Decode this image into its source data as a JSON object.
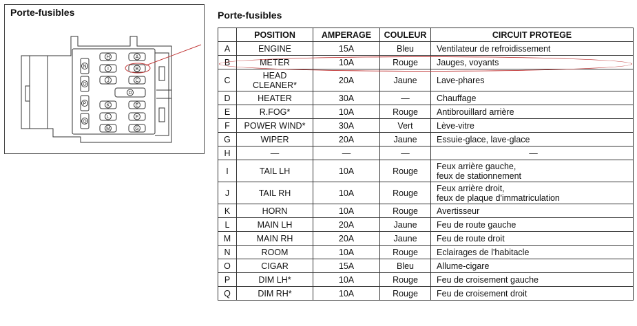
{
  "diagram": {
    "title": "Porte-fusibles",
    "slots": [
      "H",
      "A",
      "N",
      "I",
      "B",
      "O",
      "J",
      "C",
      "D",
      "P",
      "K",
      "E",
      "Q",
      "L",
      "F",
      "M",
      "G"
    ],
    "marker_color": "#c23a3a"
  },
  "table": {
    "title": "Porte-fusibles",
    "headers": {
      "letter": "",
      "position": "POSITION",
      "amperage": "AMPERAGE",
      "couleur": "COULEUR",
      "circuit": "CIRCUIT PROTEGE"
    },
    "rows": [
      {
        "letter": "A",
        "position": "ENGINE",
        "amperage": "15A",
        "couleur": "Bleu",
        "circuit": [
          "Ventilateur de refroidissement"
        ]
      },
      {
        "letter": "B",
        "position": "METER",
        "amperage": "10A",
        "couleur": "Rouge",
        "circuit": [
          "Jauges, voyants"
        ]
      },
      {
        "letter": "C",
        "position": "HEAD CLEANER*",
        "amperage": "20A",
        "couleur": "Jaune",
        "circuit": [
          "Lave-phares"
        ]
      },
      {
        "letter": "D",
        "position": "HEATER",
        "amperage": "30A",
        "couleur": "—",
        "circuit": [
          "Chauffage"
        ]
      },
      {
        "letter": "E",
        "position": "R.FOG*",
        "amperage": "10A",
        "couleur": "Rouge",
        "circuit": [
          "Antibrouillard arrière"
        ]
      },
      {
        "letter": "F",
        "position": "POWER WIND*",
        "amperage": "30A",
        "couleur": "Vert",
        "circuit": [
          "Lève-vitre"
        ]
      },
      {
        "letter": "G",
        "position": "WIPER",
        "amperage": "20A",
        "couleur": "Jaune",
        "circuit": [
          "Essuie-glace, lave-glace"
        ]
      },
      {
        "letter": "H",
        "position": "—",
        "amperage": "—",
        "couleur": "—",
        "circuit": [
          "—"
        ]
      },
      {
        "letter": "I",
        "position": "TAIL LH",
        "amperage": "10A",
        "couleur": "Rouge",
        "circuit": [
          "Feux arrière gauche,",
          "feux de stationnement"
        ]
      },
      {
        "letter": "J",
        "position": "TAIL RH",
        "amperage": "10A",
        "couleur": "Rouge",
        "circuit": [
          "Feux arrière droit,",
          "feux de plaque d'immatriculation"
        ]
      },
      {
        "letter": "K",
        "position": "HORN",
        "amperage": "10A",
        "couleur": "Rouge",
        "circuit": [
          "Avertisseur"
        ]
      },
      {
        "letter": "L",
        "position": "MAIN LH",
        "amperage": "20A",
        "couleur": "Jaune",
        "circuit": [
          "Feu de route gauche"
        ]
      },
      {
        "letter": "M",
        "position": "MAIN RH",
        "amperage": "20A",
        "couleur": "Jaune",
        "circuit": [
          "Feu de route droit"
        ]
      },
      {
        "letter": "N",
        "position": "ROOM",
        "amperage": "10A",
        "couleur": "Rouge",
        "circuit": [
          "Eclairages de l'habitacle"
        ]
      },
      {
        "letter": "O",
        "position": "CIGAR",
        "amperage": "15A",
        "couleur": "Bleu",
        "circuit": [
          "Allume-cigare"
        ]
      },
      {
        "letter": "P",
        "position": "DIM LH*",
        "amperage": "10A",
        "couleur": "Rouge",
        "circuit": [
          "Feu de croisement gauche"
        ]
      },
      {
        "letter": "Q",
        "position": "DIM RH*",
        "amperage": "10A",
        "couleur": "Rouge",
        "circuit": [
          "Feu de croisement droit"
        ]
      }
    ],
    "highlight_color": "#c23a3a"
  }
}
